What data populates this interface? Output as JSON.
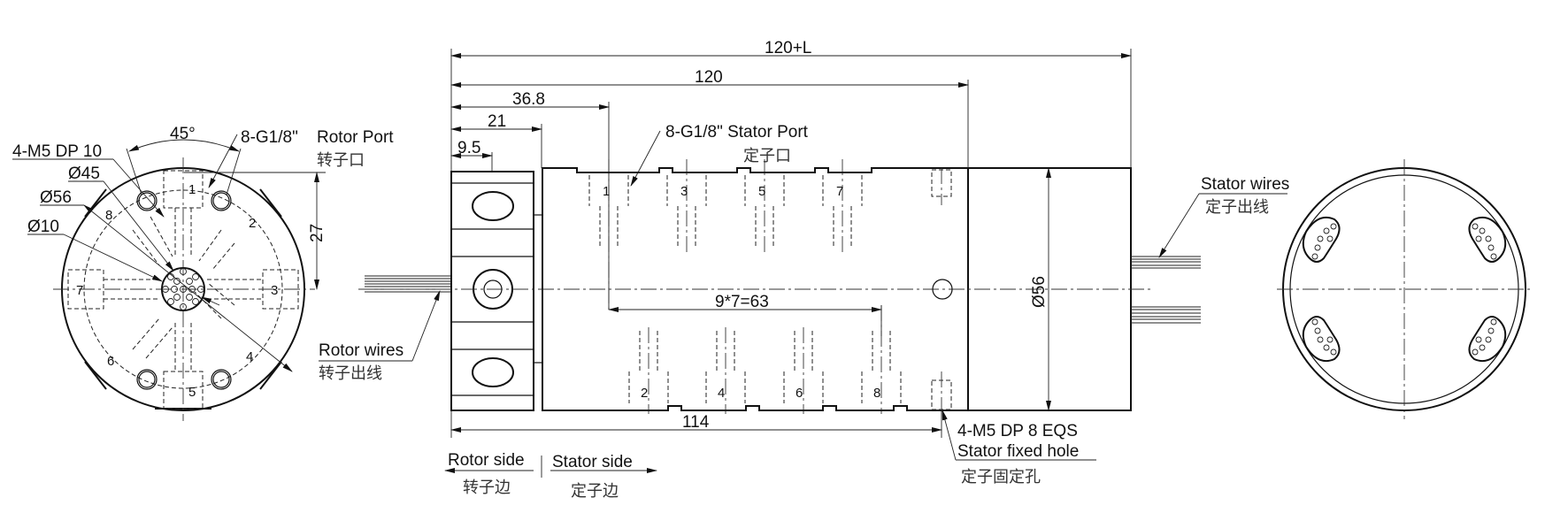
{
  "left_view": {
    "angle_label": "45°",
    "rotor_port_spec": "8-G1/8\"",
    "rotor_port_label": "Rotor Port",
    "rotor_port_cn": "转子口",
    "mount_hole_spec": "4-M5 DP 10",
    "dia_45": "Ø45",
    "dia_56": "Ø56",
    "dia_10": "Ø10",
    "dim_27": "27",
    "port_numbers": [
      "1",
      "2",
      "3",
      "4",
      "5",
      "6",
      "7",
      "8"
    ]
  },
  "side_view": {
    "dim_total": "120+L",
    "dim_120": "120",
    "dim_36_8": "36.8",
    "dim_21": "21",
    "dim_9_5": "9.5",
    "stator_port_spec": "8-G1/8\" Stator Port",
    "stator_port_cn": "定子口",
    "pitch_dim": "9*7=63",
    "dia_body": "Ø56",
    "dim_114": "114",
    "top_port_numbers": [
      "1",
      "3",
      "5",
      "7"
    ],
    "bottom_port_numbers": [
      "2",
      "4",
      "6",
      "8"
    ],
    "rotor_wires_label": "Rotor wires",
    "rotor_wires_cn": "转子出线",
    "stator_wires_label": "Stator wires",
    "stator_wires_cn": "定子出线",
    "fixed_hole_spec": "4-M5 DP 8 EQS",
    "fixed_hole_label": "Stator fixed hole",
    "fixed_hole_cn": "定子固定孔",
    "rotor_side": "Rotor side",
    "rotor_side_cn": "转子边",
    "stator_side": "Stator side",
    "stator_side_cn": "定子边"
  }
}
